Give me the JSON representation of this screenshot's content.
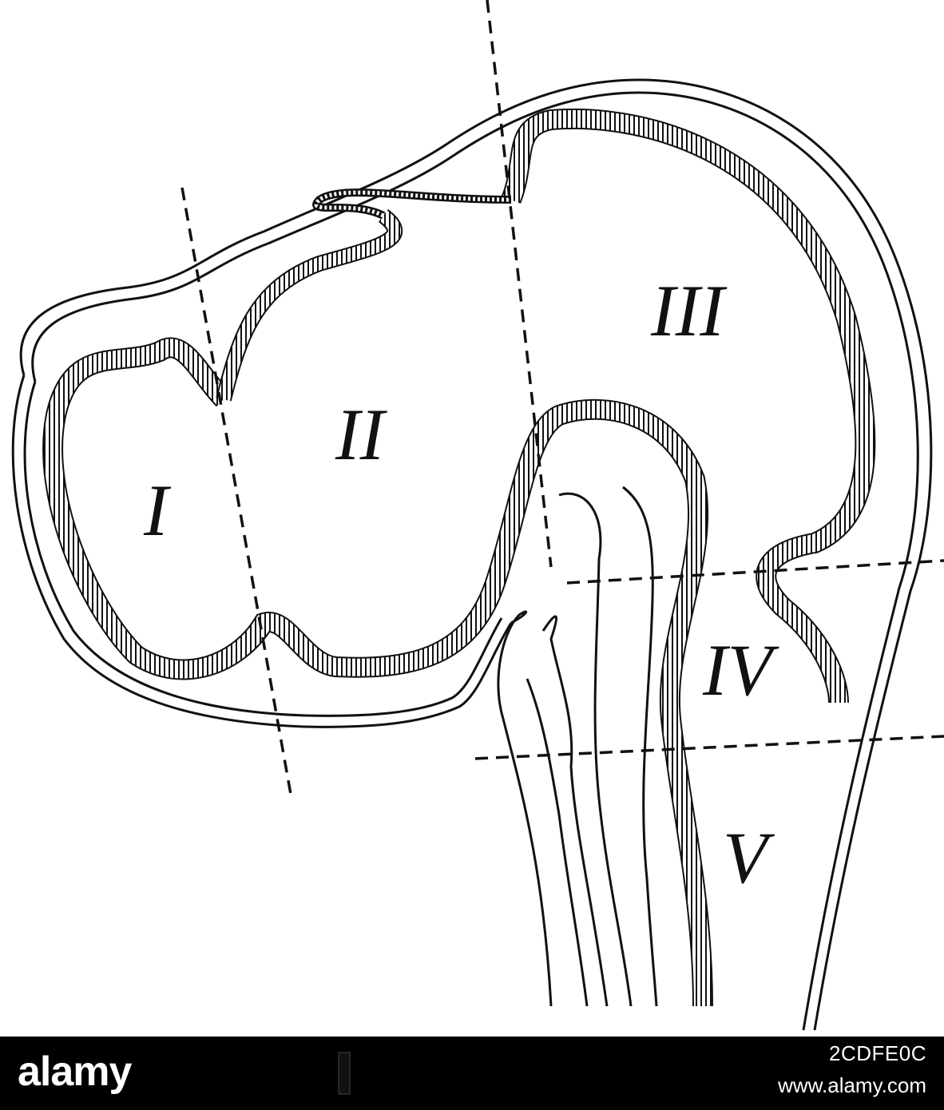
{
  "figure": {
    "region_labels": [
      "I",
      "II",
      "III",
      "IV",
      "V"
    ]
  },
  "watermark": {
    "brand": "alamy",
    "image_id": "2CDFE0C",
    "site": "www.alamy.com"
  },
  "colors": {
    "ink": "#111111",
    "footer_bg": "#000000",
    "footer_text": "#ffffff"
  }
}
